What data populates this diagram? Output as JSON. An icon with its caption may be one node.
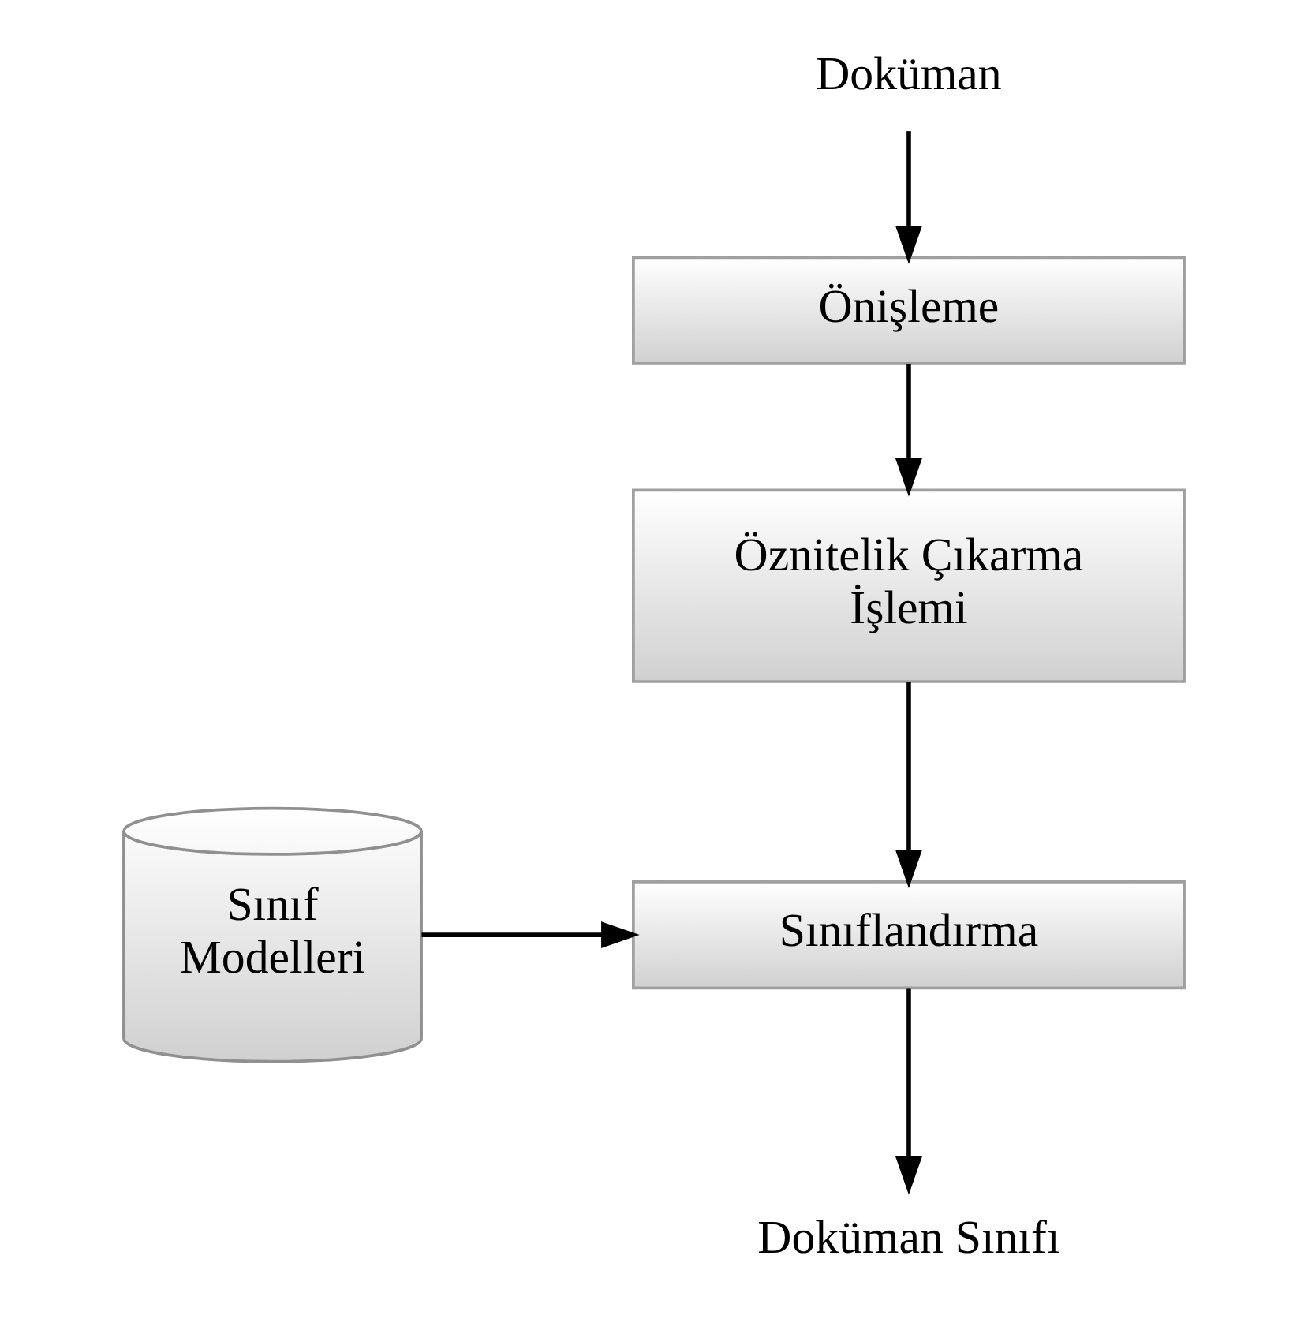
{
  "diagram": {
    "nodes": [
      {
        "text": [
          "Doküman"
        ]
      },
      {
        "text": [
          "Önişleme"
        ]
      },
      {
        "text": [
          "Öznitelik Çıkarma İşlemi"
        ]
      },
      {
        "text": [
          "Sınıflandırma"
        ]
      },
      {
        "text": [
          "Sınıf Modelleri"
        ]
      },
      {
        "text": [
          "Doküman Sınıfı"
        ]
      }
    ],
    "edges": [
      {
        "from": 0,
        "to": 1,
        "arrow": "to"
      },
      {
        "from": 1,
        "to": 2,
        "arrow": "to"
      },
      {
        "from": 2,
        "to": 3,
        "arrow": "to"
      },
      {
        "from": 4,
        "to": 3,
        "arrow": "to"
      },
      {
        "from": 3,
        "to": 5,
        "arrow": "to"
      }
    ]
  }
}
